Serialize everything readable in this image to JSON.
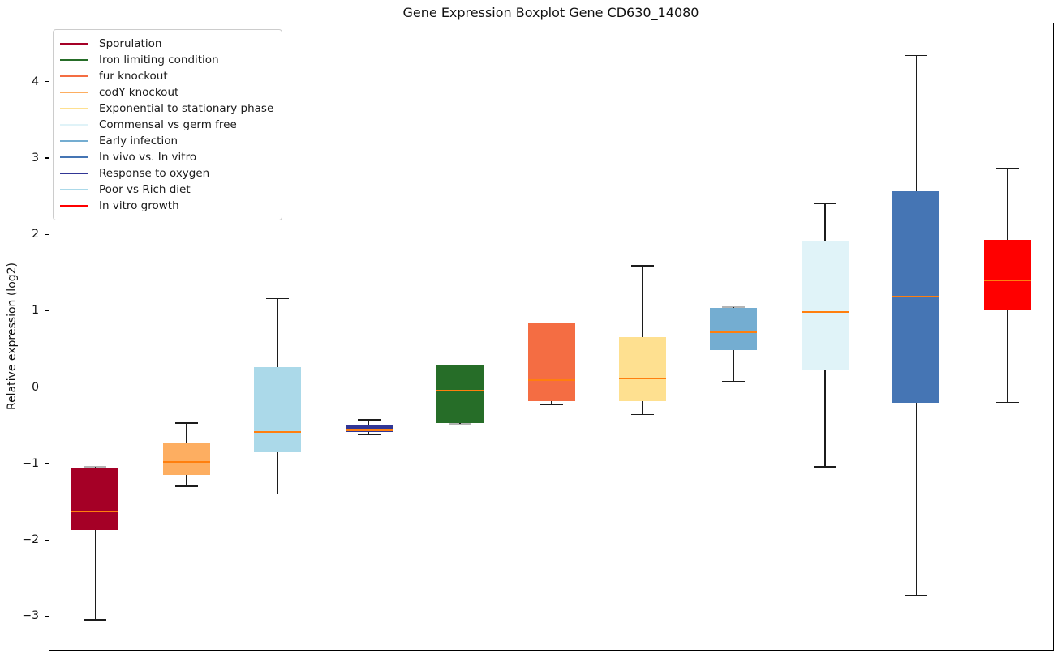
{
  "title": "Gene Expression Boxplot Gene CD630_14080",
  "chart_data": {
    "type": "boxplot",
    "title": "Gene Expression Boxplot Gene CD630_14080",
    "xlabel": "",
    "ylabel": "Relative expression (log2)",
    "ylim": [
      -3.43,
      4.77
    ],
    "yticks": [
      -3,
      -2,
      -1,
      0,
      1,
      2,
      3,
      4
    ],
    "grid": false,
    "legend_position": "upper left",
    "median_color": "#FF7F0E",
    "whisker_color": "#1c1c1c",
    "series": [
      {
        "name": "Sporulation",
        "color": "#A50026",
        "whisker_low": -3.04,
        "q1": -1.86,
        "median": -1.62,
        "q3": -1.05,
        "whisker_high": -1.03
      },
      {
        "name": "codY knockout",
        "color": "#FDAE61",
        "whisker_low": -1.29,
        "q1": -1.14,
        "median": -0.97,
        "q3": -0.72,
        "whisker_high": -0.46
      },
      {
        "name": "Poor vs Rich diet",
        "color": "#ABD9E9",
        "whisker_low": -1.39,
        "q1": -0.84,
        "median": -0.58,
        "q3": 0.27,
        "whisker_high": 1.17
      },
      {
        "name": "Response to oxygen",
        "color": "#313695",
        "whisker_low": -0.61,
        "q1": -0.58,
        "median": -0.55,
        "q3": -0.49,
        "whisker_high": -0.42
      },
      {
        "name": "Iron limiting condition",
        "color": "#266D28",
        "whisker_low": -0.47,
        "q1": -0.46,
        "median": -0.04,
        "q3": 0.29,
        "whisker_high": 0.3
      },
      {
        "name": "fur knockout",
        "color": "#F46D43",
        "whisker_low": -0.22,
        "q1": -0.17,
        "median": 0.1,
        "q3": 0.84,
        "whisker_high": 0.85
      },
      {
        "name": "Exponential to stationary phase",
        "color": "#FEE090",
        "whisker_low": -0.35,
        "q1": -0.17,
        "median": 0.12,
        "q3": 0.66,
        "whisker_high": 1.6
      },
      {
        "name": "Early infection",
        "color": "#74ADD1",
        "whisker_low": 0.08,
        "q1": 0.49,
        "median": 0.73,
        "q3": 1.05,
        "whisker_high": 1.06
      },
      {
        "name": "Commensal vs germ free",
        "color": "#E0F3F8",
        "whisker_low": -1.03,
        "q1": 0.23,
        "median": 0.99,
        "q3": 1.93,
        "whisker_high": 2.41
      },
      {
        "name": "In vivo vs. In vitro",
        "color": "#4575B4",
        "whisker_low": -2.72,
        "q1": -0.19,
        "median": 1.19,
        "q3": 2.57,
        "whisker_high": 4.35
      },
      {
        "name": "In vitro growth",
        "color": "#FF0000",
        "whisker_low": -0.19,
        "q1": 1.01,
        "median": 1.41,
        "q3": 1.94,
        "whisker_high": 2.87
      }
    ],
    "legend": {
      "items": [
        {
          "label": "Sporulation",
          "color": "#A50026"
        },
        {
          "label": "Iron limiting condition",
          "color": "#266D28"
        },
        {
          "label": "fur knockout",
          "color": "#F46D43"
        },
        {
          "label": "codY knockout",
          "color": "#FDAE61"
        },
        {
          "label": "Exponential to stationary phase",
          "color": "#FEE090"
        },
        {
          "label": "Commensal vs germ free",
          "color": "#E0F3F8"
        },
        {
          "label": "Early infection",
          "color": "#74ADD1"
        },
        {
          "label": "In vivo vs. In vitro",
          "color": "#4575B4"
        },
        {
          "label": "Response to oxygen",
          "color": "#313695"
        },
        {
          "label": "Poor vs Rich diet",
          "color": "#ABD9E9"
        },
        {
          "label": "In vitro growth",
          "color": "#FF0000"
        }
      ]
    }
  }
}
